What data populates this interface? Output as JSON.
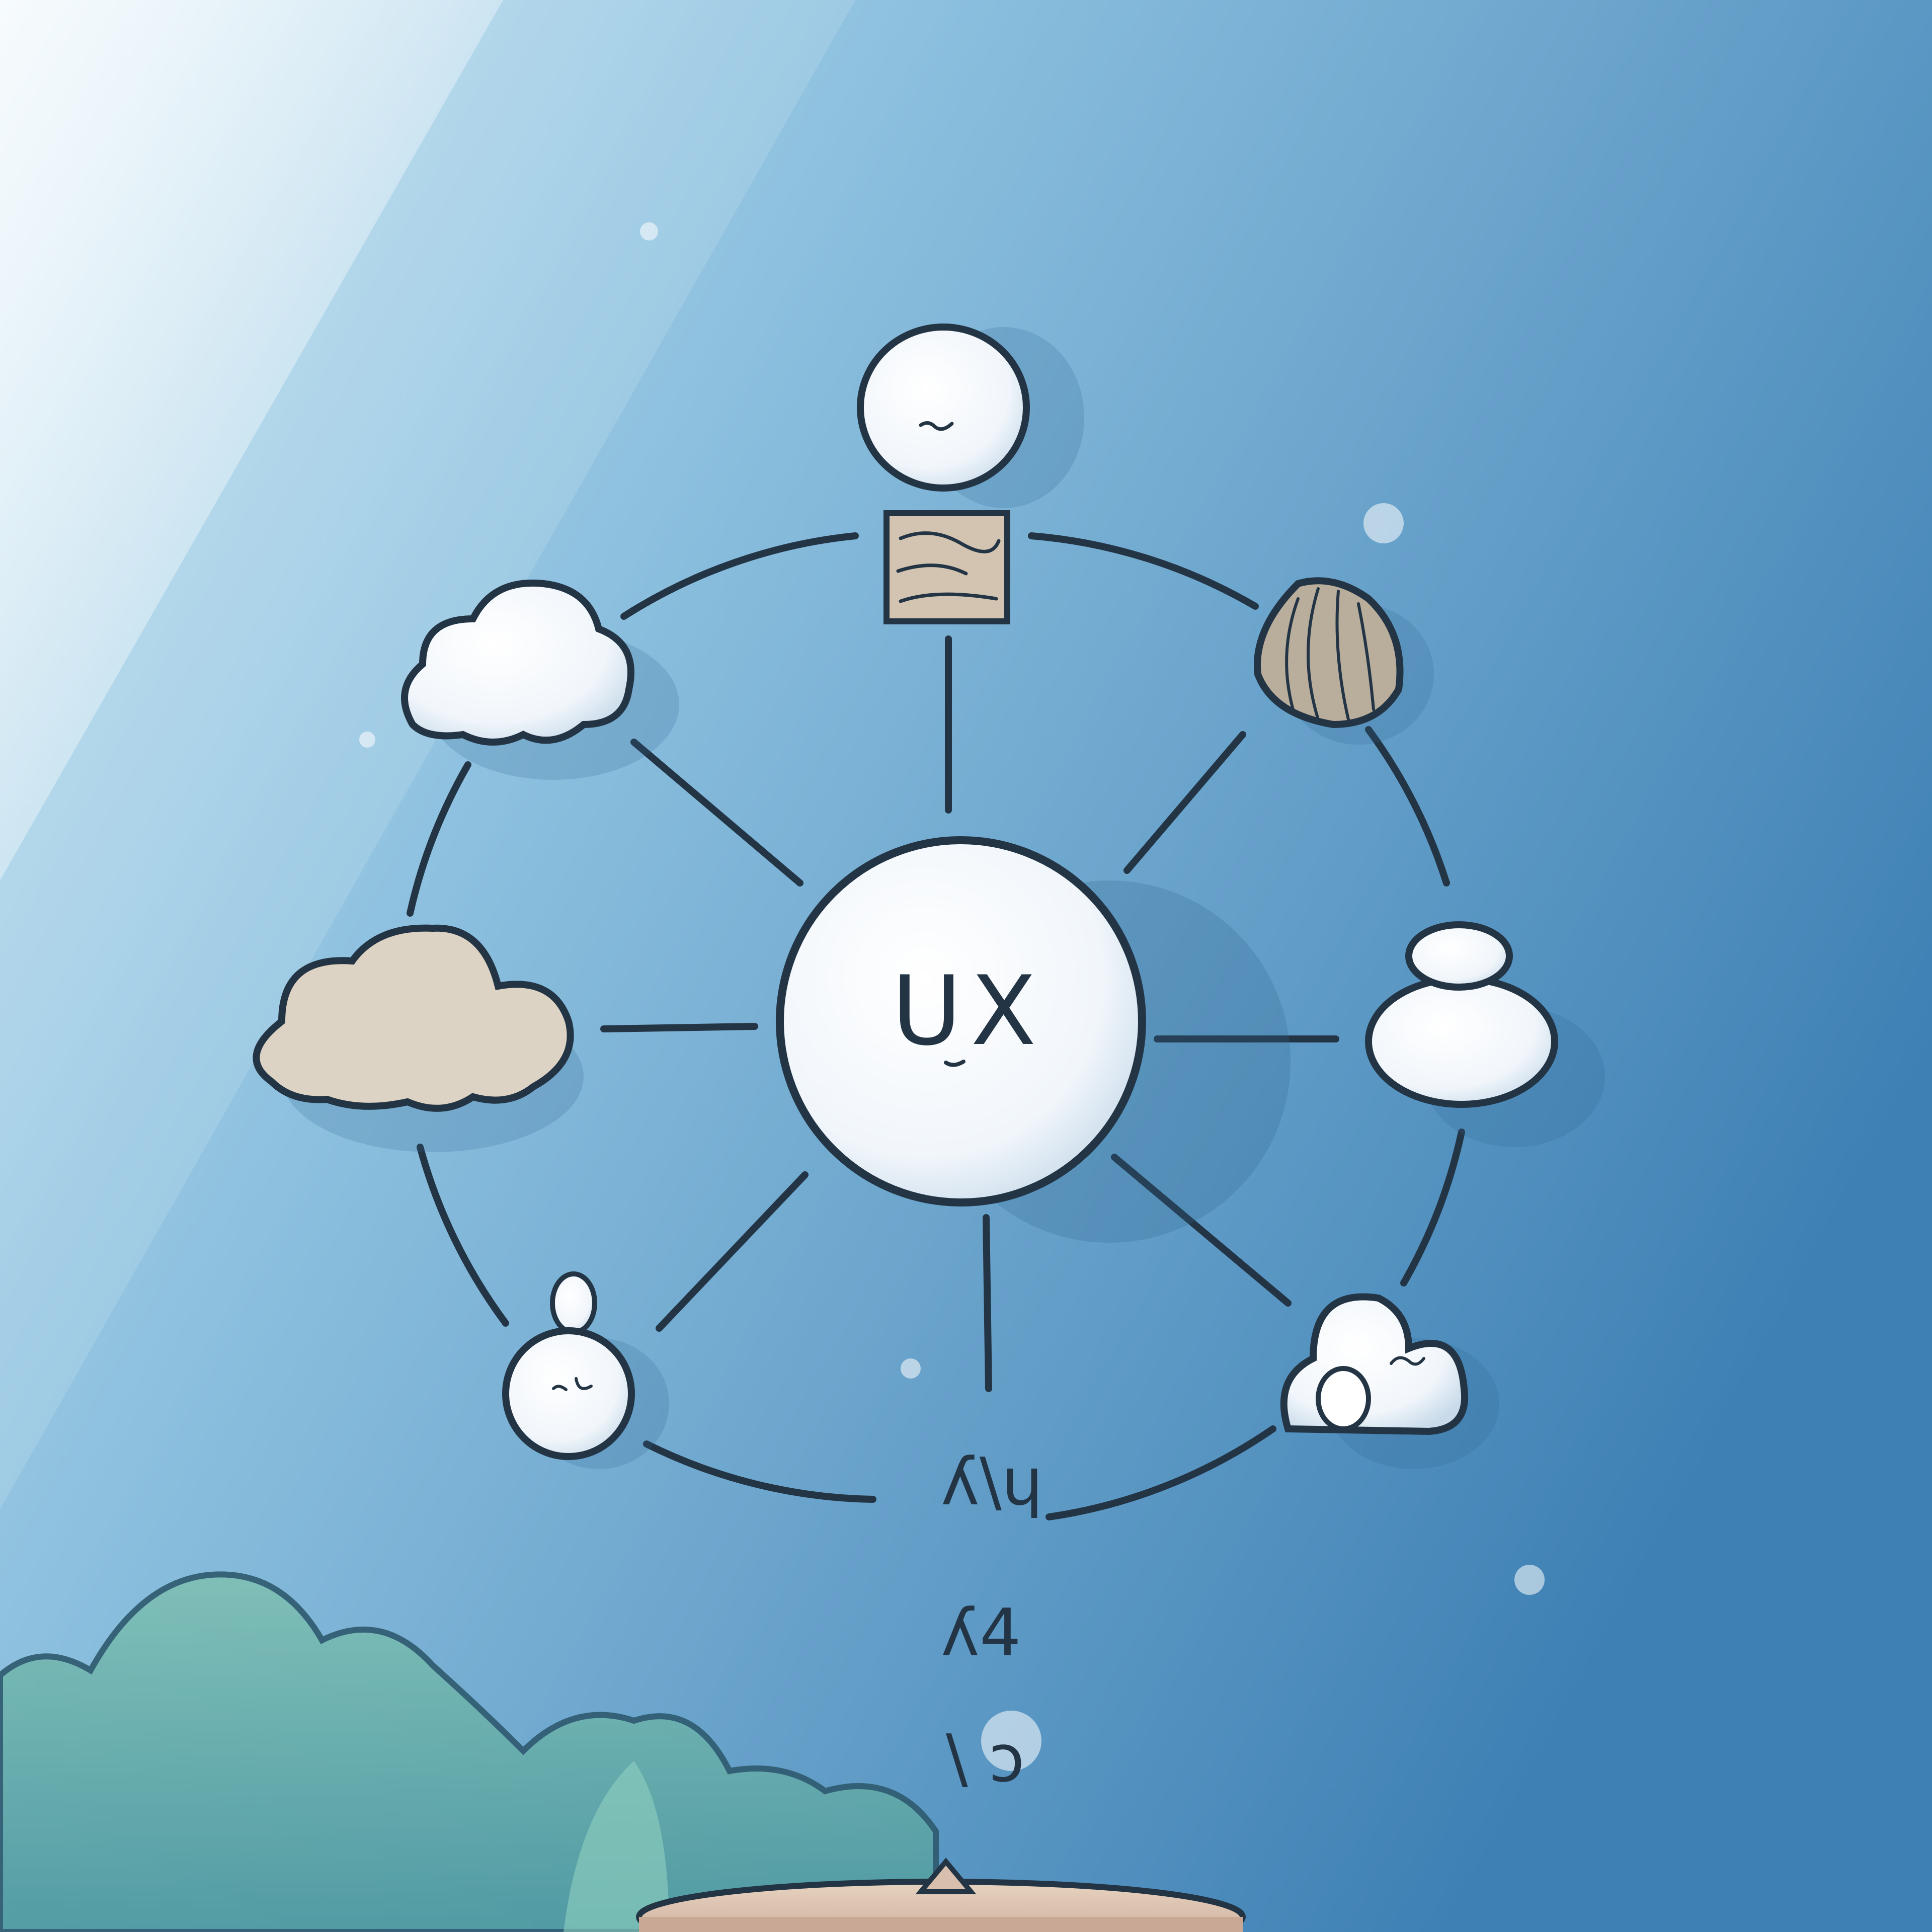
{
  "diagram": {
    "center_label": "UX",
    "scribbles": [
      "ʎ\\ɥ",
      "ʎ4",
      "\\ ɔ"
    ],
    "nodes": [
      {
        "id": "top",
        "icon": "egg-on-block-icon"
      },
      {
        "id": "top-right",
        "icon": "nut-icon"
      },
      {
        "id": "right",
        "icon": "stacked-stones-icon"
      },
      {
        "id": "bottom-right",
        "icon": "small-cloud-icon"
      },
      {
        "id": "bottom-left",
        "icon": "ghost-blob-icon"
      },
      {
        "id": "left",
        "icon": "beige-cloud-icon"
      },
      {
        "id": "top-left",
        "icon": "white-cloud-icon"
      }
    ]
  },
  "colors": {
    "background_light": "#a9d2e8",
    "background_dark": "#3f82b6",
    "outline": "#233545",
    "node_fill": "#ffffff",
    "beige": "#ddd3c4",
    "foliage": "#6fb3a6"
  }
}
